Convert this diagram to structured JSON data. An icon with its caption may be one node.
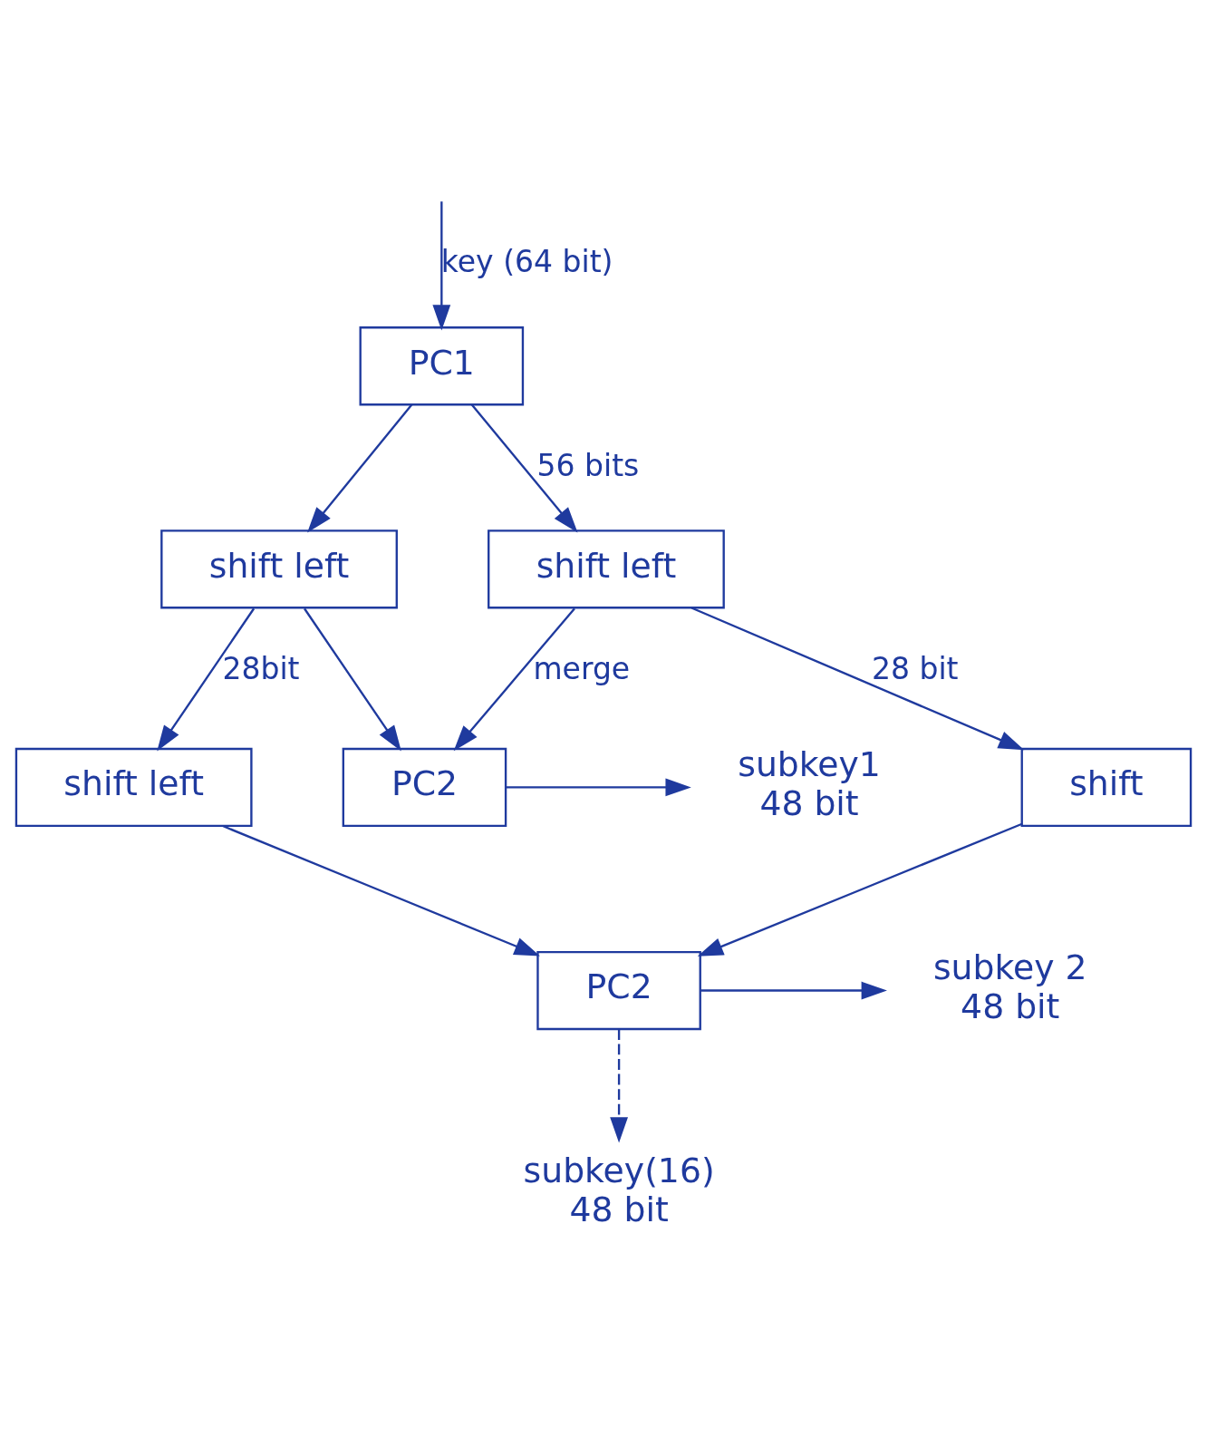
{
  "diagram": {
    "nodes": [
      {
        "text": [
          "PC1"
        ]
      },
      {
        "text": [
          "shift left"
        ]
      },
      {
        "text": [
          "shift left"
        ]
      },
      {
        "text": [
          "PC2"
        ]
      },
      {
        "text": [
          "shift left"
        ]
      },
      {
        "text": [
          "shift"
        ]
      },
      {
        "text": [
          "PC2"
        ]
      },
      {
        "text": [
          "subkey1",
          "48 bit"
        ]
      },
      {
        "text": [
          "subkey 2",
          "48 bit"
        ]
      },
      {
        "text": [
          "subkey(16)",
          "48 bit"
        ]
      }
    ],
    "edges": [
      {
        "from": null,
        "to": 0,
        "arrow": "to",
        "label": "key (64 bit)"
      },
      {
        "from": 0,
        "to": 1,
        "arrow": "to"
      },
      {
        "from": 0,
        "to": 2,
        "arrow": "to",
        "label": "56 bits"
      },
      {
        "from": 1,
        "to": 3,
        "arrow": "to"
      },
      {
        "from": 2,
        "to": 3,
        "arrow": "to",
        "label": "merge"
      },
      {
        "from": 1,
        "to": 4,
        "arrow": "to",
        "label": "28bit"
      },
      {
        "from": 2,
        "to": 5,
        "arrow": "to",
        "label": "28 bit"
      },
      {
        "from": 3,
        "to": 7,
        "arrow": "to"
      },
      {
        "from": 4,
        "to": 6,
        "arrow": "to"
      },
      {
        "from": 5,
        "to": 6,
        "arrow": "to"
      },
      {
        "from": 6,
        "to": 8,
        "arrow": "to"
      },
      {
        "from": 6,
        "to": 9,
        "arrow": "to",
        "style": "dashed"
      }
    ]
  }
}
